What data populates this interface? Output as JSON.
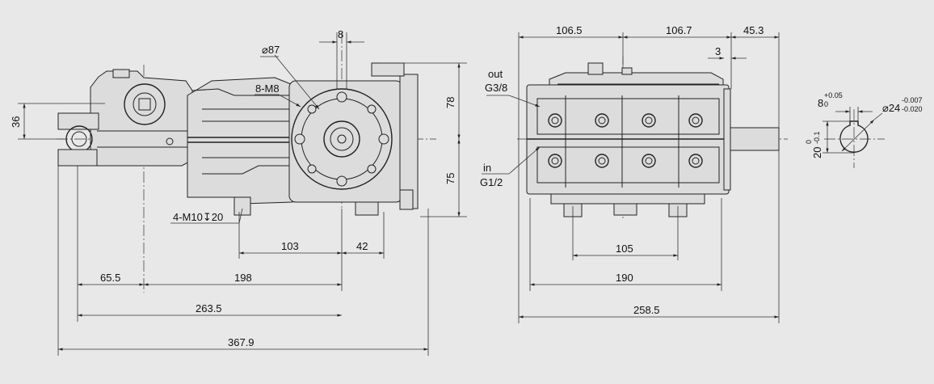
{
  "colors": {
    "background": "#e8e8e8",
    "line": "#222222"
  },
  "side_view": {
    "dims": {
      "d_8": "8",
      "dia_87": "⌀87",
      "holes_8m8": "8-M8",
      "d_36": "36",
      "d_78": "78",
      "d_75": "75",
      "holes_4m10": "4-M10↧20",
      "d_103": "103",
      "d_42": "42",
      "d_65_5": "65.5",
      "d_198": "198",
      "d_263_5": "263.5",
      "d_367_9": "367.9"
    }
  },
  "front_view": {
    "dims": {
      "d_106_5": "106.5",
      "d_106_7": "106.7",
      "d_45_3": "45.3",
      "d_3": "3",
      "out_label": "out",
      "out_thread": "G3/8",
      "in_label": "in",
      "in_thread": "G1/2",
      "d_105": "105",
      "d_190": "190",
      "d_258_5": "258.5"
    }
  },
  "shaft_detail": {
    "key_width": "8",
    "key_tol_upper": "+0.05",
    "key_tol_lower": "0",
    "shaft_dia": "⌀24",
    "shaft_tol_upper": "-0.007",
    "shaft_tol_lower": "-0.020",
    "key_depth": "20",
    "key_depth_tol_upper": "0",
    "key_depth_tol_lower": "-0.1"
  }
}
